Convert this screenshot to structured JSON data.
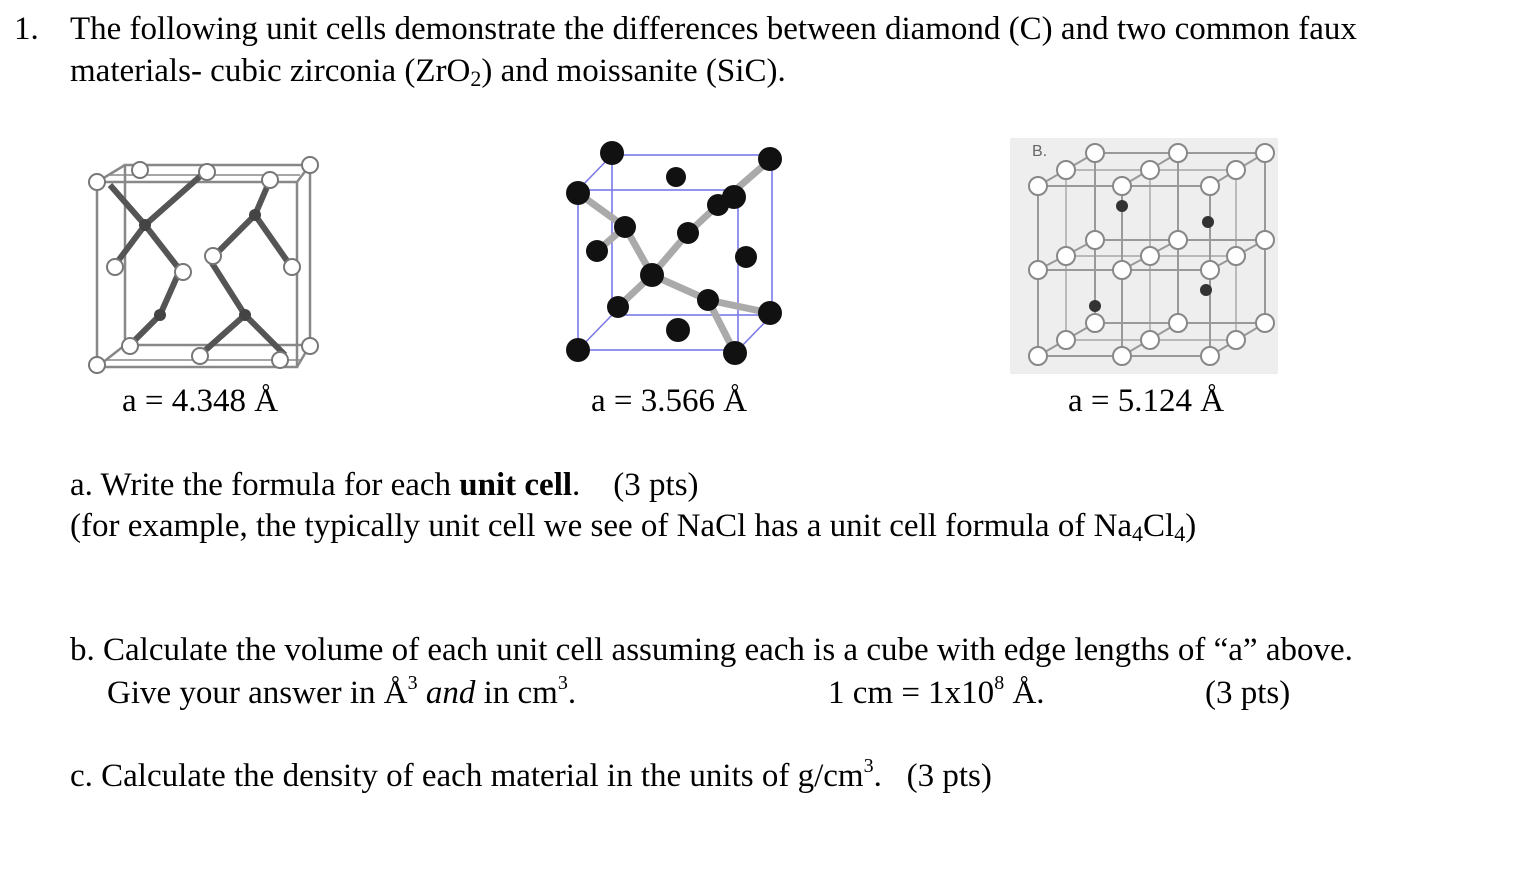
{
  "question": {
    "number": "1.",
    "intro_line1": "The following unit cells demonstrate the differences between diamond (C) and two common faux",
    "intro_line2_pre": "materials- cubic zirconia (ZrO",
    "intro_line2_sub": "2",
    "intro_line2_post": ") and moissanite (SiC)."
  },
  "figures": [
    {
      "caption": "a = 4.348 Å"
    },
    {
      "caption": "a = 3.566 Å"
    },
    {
      "label": "B.",
      "caption": "a = 5.124 Å"
    }
  ],
  "part_a": {
    "pre": "a. Write the formula for each ",
    "bold": "unit cell",
    "post": ".    (3 pts)",
    "line2_pre": "(for example, the typically unit cell we see of NaCl has a unit cell formula of Na",
    "sub1": "4",
    "mid": "Cl",
    "sub2": "4",
    "line2_post": ")"
  },
  "part_b": {
    "line1": "b. Calculate the volume of each unit cell assuming each is a cube with edge lengths of “a” above.",
    "give": "Give your answer in Å",
    "sup1": "3",
    "and": "and",
    "in_cm": " in cm",
    "sup2": "3",
    "period": ".",
    "conv_pre": "1 cm = 1x10",
    "conv_sup": "8",
    "conv_post": " Å.",
    "pts": "(3 pts)"
  },
  "part_c": {
    "pre": "c. Calculate the density of each material in the units of g/cm",
    "sup": "3",
    "post": ".   (3 pts)"
  }
}
